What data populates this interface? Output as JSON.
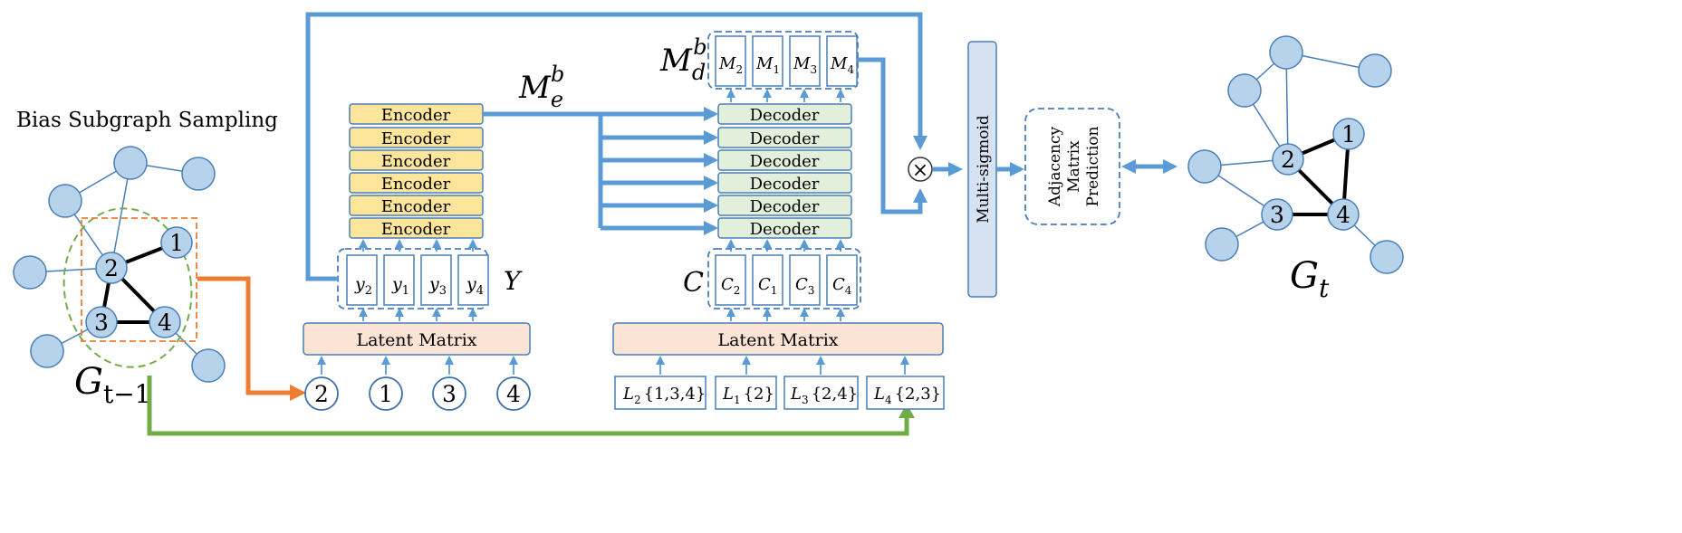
{
  "left_graph": {
    "title": "Bias Subgraph Sampling",
    "label_main": "G",
    "label_sub": "t−1",
    "node_labels": [
      "1",
      "2",
      "3",
      "4"
    ]
  },
  "right_graph": {
    "label_main": "G",
    "label_sub": "t",
    "node_labels": [
      "1",
      "2",
      "3",
      "4"
    ]
  },
  "encoder_stack": {
    "block_label": "Encoder",
    "count": 6,
    "output_label": {
      "main": "M",
      "sub": "e",
      "sup": "b"
    }
  },
  "decoder_stack": {
    "block_label": "Decoder",
    "count": 6,
    "output_label": {
      "main": "M",
      "sub": "d",
      "sup": "b"
    }
  },
  "y_group": {
    "label": "Y",
    "cells": [
      {
        "main": "y",
        "sub": "2"
      },
      {
        "main": "y",
        "sub": "1"
      },
      {
        "main": "y",
        "sub": "3"
      },
      {
        "main": "y",
        "sub": "4"
      }
    ]
  },
  "c_group": {
    "label": "C",
    "cells": [
      {
        "main": "C",
        "sub": "2"
      },
      {
        "main": "C",
        "sub": "1"
      },
      {
        "main": "C",
        "sub": "3"
      },
      {
        "main": "C",
        "sub": "4"
      }
    ]
  },
  "m_group": {
    "cells": [
      {
        "main": "M",
        "sub": "2"
      },
      {
        "main": "M",
        "sub": "1"
      },
      {
        "main": "M",
        "sub": "3"
      },
      {
        "main": "M",
        "sub": "4"
      }
    ]
  },
  "latent_matrix_label": "Latent Matrix",
  "input_nodes": [
    "2",
    "1",
    "3",
    "4"
  ],
  "l_inputs": [
    {
      "main": "L",
      "sub": "2",
      "set": "{1,3,4}"
    },
    {
      "main": "L",
      "sub": "1",
      "set": "{2}"
    },
    {
      "main": "L",
      "sub": "3",
      "set": "{2,4}"
    },
    {
      "main": "L",
      "sub": "4",
      "set": "{2,3}"
    }
  ],
  "multiply_symbol": "×",
  "multi_sigmoid_label": "Multi-sigmoid",
  "adjacency_prediction_lines": [
    "Adjacency",
    "Matrix",
    "Prediction"
  ],
  "colors": {
    "flow_arrow": "#5b9bd5",
    "orange_arrow": "#ed7d31",
    "green_arrow": "#70ad47",
    "encoder_fill": "#fde59b",
    "decoder_fill": "#e2efda",
    "latent_fill": "#fbe3d5",
    "node_fill": "#b7d3ec",
    "sigmoid_fill": "#d6e1f2"
  }
}
